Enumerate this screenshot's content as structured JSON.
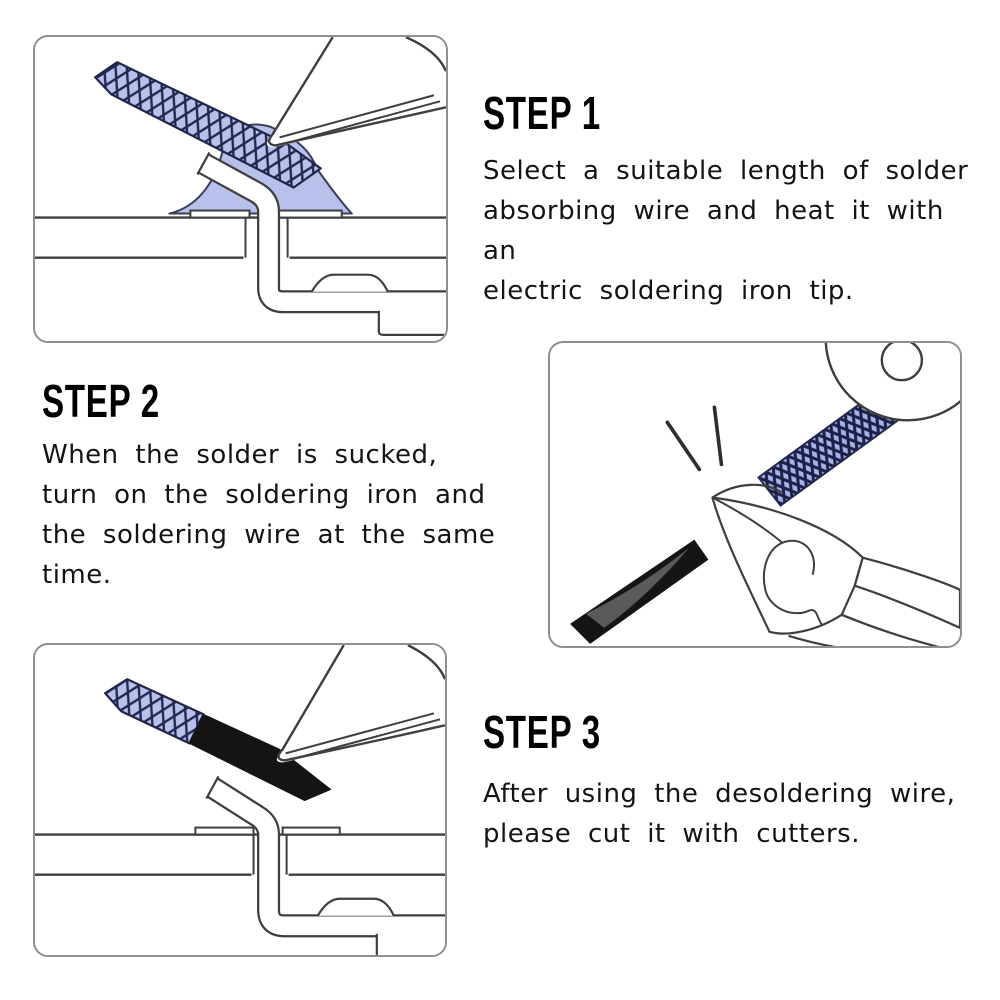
{
  "steps": [
    {
      "heading": "STEP 1",
      "body": "Select a suitable length of solder\nabsorbing wire and heat it with an\nelectric soldering iron tip."
    },
    {
      "heading": "STEP 2",
      "body": "When the solder is sucked,\nturn on the soldering iron and\nthe soldering wire at the same\ntime."
    },
    {
      "heading": "STEP 3",
      "body": "After using the desoldering wire,\nplease cut it with cutters."
    }
  ],
  "illustrations": {
    "panel1": "soldering-iron-heating-braid-on-solder-joint",
    "panel2": "cutters-snipping-used-braid-from-spool",
    "panel3": "blackened-braid-lifted-off-clean-joint"
  },
  "colors": {
    "background": "#ffffff",
    "panel_border": "#8f8f8f",
    "line_art": "#3f3f3f",
    "braid_fill": "#b7c1ec",
    "braid_hatch": "#232850",
    "solder_blob": "#b7c1ec",
    "used_braid_black": "#151515",
    "text": "#141414"
  }
}
